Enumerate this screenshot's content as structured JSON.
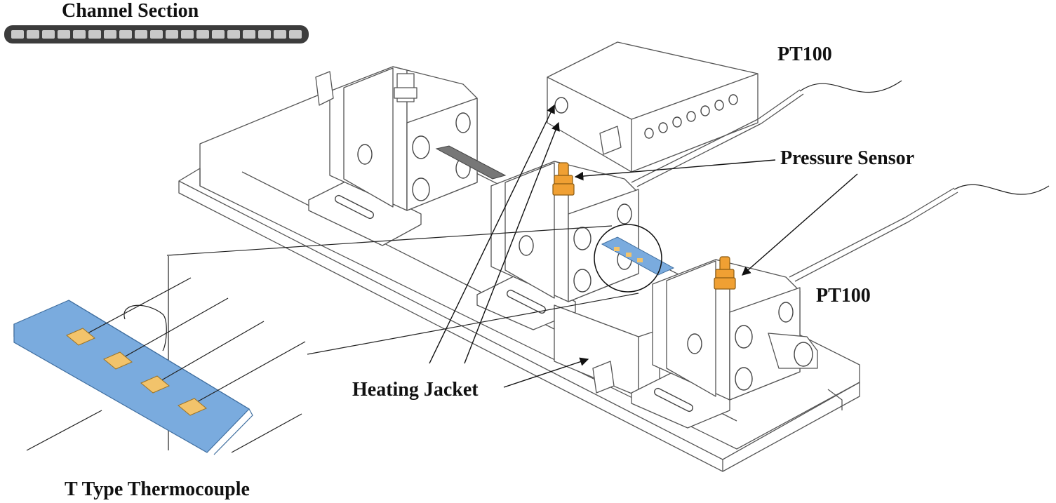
{
  "labels": {
    "channel_section": "Channel Section",
    "pt100_top": "PT100",
    "pressure_sensor": "Pressure Sensor",
    "pt100_bottom": "PT100",
    "heating_jacket": "Heating Jacket",
    "thermocouple": "T Type Thermocouple"
  },
  "colors": {
    "channel_strip": "#7aabde",
    "thermocouple_pad": "#f2c36b",
    "sensor_fitting": "#f0a033",
    "heating_strip": "#777777",
    "channel_section_bar": "#3c3c3c"
  },
  "components": {
    "channel_section_cell_count": 19,
    "thermocouple_count": 4
  }
}
